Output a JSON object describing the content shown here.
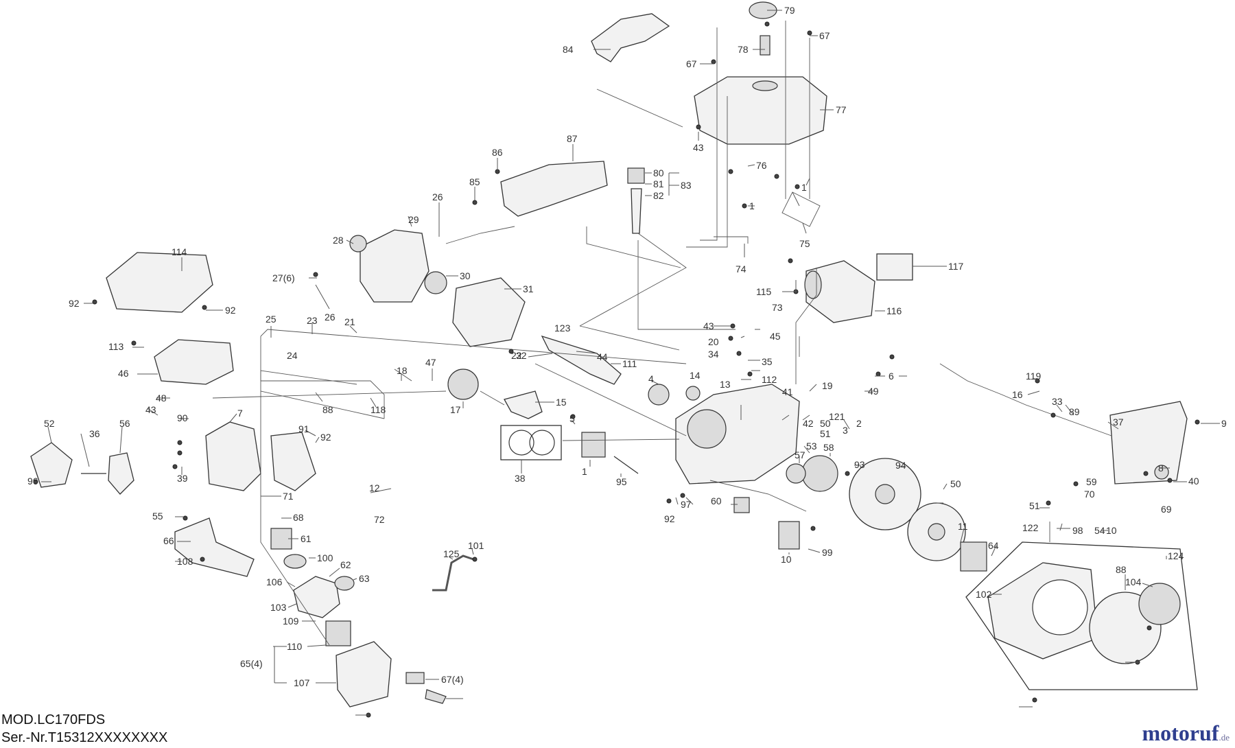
{
  "footer": {
    "model": "MOD.LC170FDS",
    "serial": "Ser.-Nr.T15312XXXXXXXX"
  },
  "brand": {
    "name": "motoruf",
    "tld": ".de"
  },
  "labels": [
    "79",
    "67",
    "84",
    "78",
    "67",
    "77",
    "43",
    "87",
    "86",
    "80",
    "81",
    "82",
    "83",
    "76",
    "85",
    "26",
    "1",
    "1",
    "75",
    "29",
    "28",
    "74",
    "117",
    "114",
    "30",
    "27(6)",
    "31",
    "92",
    "92",
    "26",
    "115",
    "116",
    "25",
    "23",
    "21",
    "73",
    "123",
    "43",
    "45",
    "113",
    "24",
    "22",
    "20",
    "32",
    "44",
    "111",
    "34",
    "35",
    "46",
    "47",
    "112",
    "18",
    "48",
    "17",
    "6",
    "19",
    "119",
    "49",
    "88",
    "118",
    "15",
    "16",
    "33",
    "89",
    "43",
    "90",
    "5",
    "7",
    "37",
    "9",
    "91",
    "92",
    "14",
    "13",
    "41",
    "42",
    "50",
    "51",
    "121",
    "3",
    "2",
    "36",
    "52",
    "4",
    "53",
    "56",
    "57",
    "58",
    "93",
    "94",
    "8",
    "40",
    "39",
    "38",
    "1",
    "95",
    "96",
    "12",
    "72",
    "71",
    "59",
    "70",
    "50",
    "51",
    "122",
    "92",
    "97",
    "60",
    "69",
    "68",
    "10",
    "98",
    "11",
    "54",
    "55",
    "61",
    "66",
    "10",
    "99",
    "64",
    "124",
    "108",
    "100",
    "88",
    "62",
    "63",
    "125",
    "101",
    "102",
    "104",
    "106",
    "103",
    "109",
    "110",
    "65(4)",
    "107",
    "67(4)"
  ]
}
